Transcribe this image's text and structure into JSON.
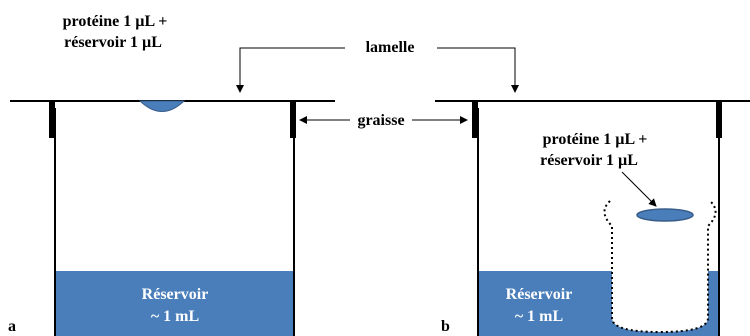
{
  "labels": {
    "drop_line1": "protéine 1 µL +",
    "drop_line2": "réservoir 1 µL",
    "coverslip": "lamelle",
    "grease": "graisse",
    "reservoir_line1": "Réservoir",
    "reservoir_line2": "~ 1 mL",
    "panel_a": "a",
    "panel_b": "b"
  },
  "colors": {
    "liquid": "#4a7ebb",
    "liquid_edge": "#385d8a",
    "line": "#000000",
    "background": "#ffffff"
  }
}
